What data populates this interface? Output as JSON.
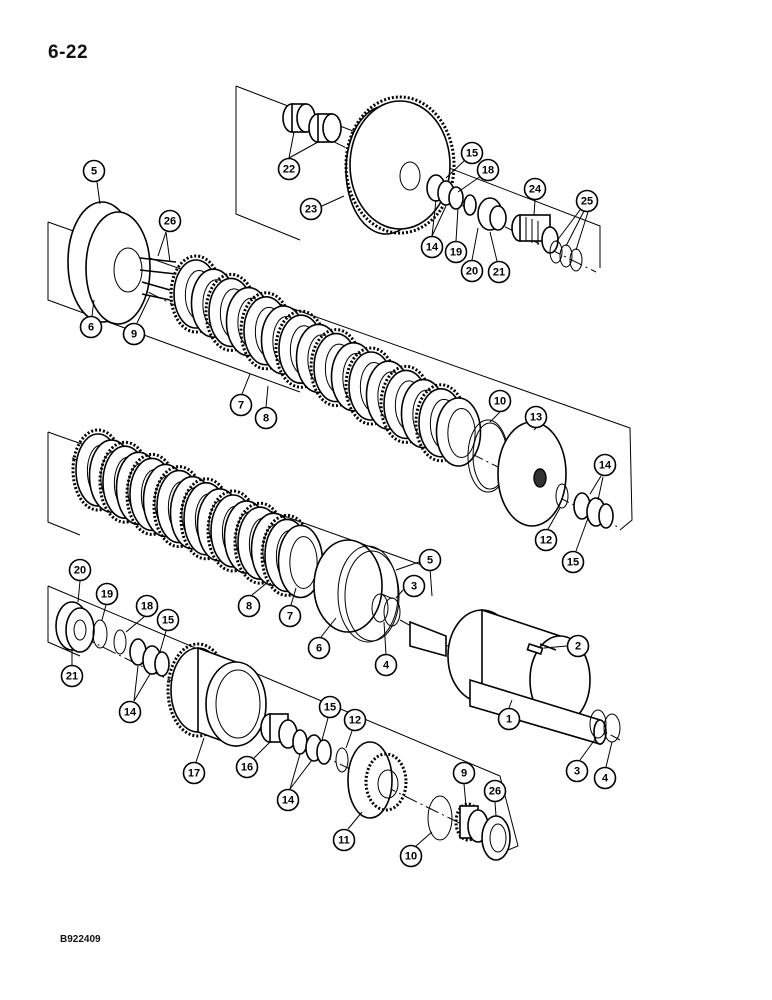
{
  "page_number": "6-22",
  "figure_code": "B922409",
  "callouts": [
    {
      "id": "c22",
      "label": "22"
    },
    {
      "id": "c23",
      "label": "23"
    },
    {
      "id": "c15a",
      "label": "15"
    },
    {
      "id": "c18a",
      "label": "18"
    },
    {
      "id": "c14a",
      "label": "14"
    },
    {
      "id": "c19a",
      "label": "19"
    },
    {
      "id": "c20a",
      "label": "20"
    },
    {
      "id": "c21a",
      "label": "21"
    },
    {
      "id": "c24",
      "label": "24"
    },
    {
      "id": "c25",
      "label": "25"
    },
    {
      "id": "c5a",
      "label": "5"
    },
    {
      "id": "c26a",
      "label": "26"
    },
    {
      "id": "c6a",
      "label": "6"
    },
    {
      "id": "c9a",
      "label": "9"
    },
    {
      "id": "c7a",
      "label": "7"
    },
    {
      "id": "c8a",
      "label": "8"
    },
    {
      "id": "c10a",
      "label": "10"
    },
    {
      "id": "c13",
      "label": "13"
    },
    {
      "id": "c14b",
      "label": "14"
    },
    {
      "id": "c12a",
      "label": "12"
    },
    {
      "id": "c15b",
      "label": "15"
    },
    {
      "id": "c5b",
      "label": "5"
    },
    {
      "id": "c3a",
      "label": "3"
    },
    {
      "id": "c8b",
      "label": "8"
    },
    {
      "id": "c7b",
      "label": "7"
    },
    {
      "id": "c6b",
      "label": "6"
    },
    {
      "id": "c4a",
      "label": "4"
    },
    {
      "id": "c2",
      "label": "2"
    },
    {
      "id": "c20b",
      "label": "20"
    },
    {
      "id": "c19b",
      "label": "19"
    },
    {
      "id": "c18b",
      "label": "18"
    },
    {
      "id": "c15c",
      "label": "15"
    },
    {
      "id": "c21b",
      "label": "21"
    },
    {
      "id": "c14c",
      "label": "14"
    },
    {
      "id": "c1",
      "label": "1"
    },
    {
      "id": "c15d",
      "label": "15"
    },
    {
      "id": "c12b",
      "label": "12"
    },
    {
      "id": "c17",
      "label": "17"
    },
    {
      "id": "c16",
      "label": "16"
    },
    {
      "id": "c14d",
      "label": "14"
    },
    {
      "id": "c3b",
      "label": "3"
    },
    {
      "id": "c4b",
      "label": "4"
    },
    {
      "id": "c9b",
      "label": "9"
    },
    {
      "id": "c26b",
      "label": "26"
    },
    {
      "id": "c11",
      "label": "11"
    },
    {
      "id": "c10b",
      "label": "10"
    }
  ]
}
